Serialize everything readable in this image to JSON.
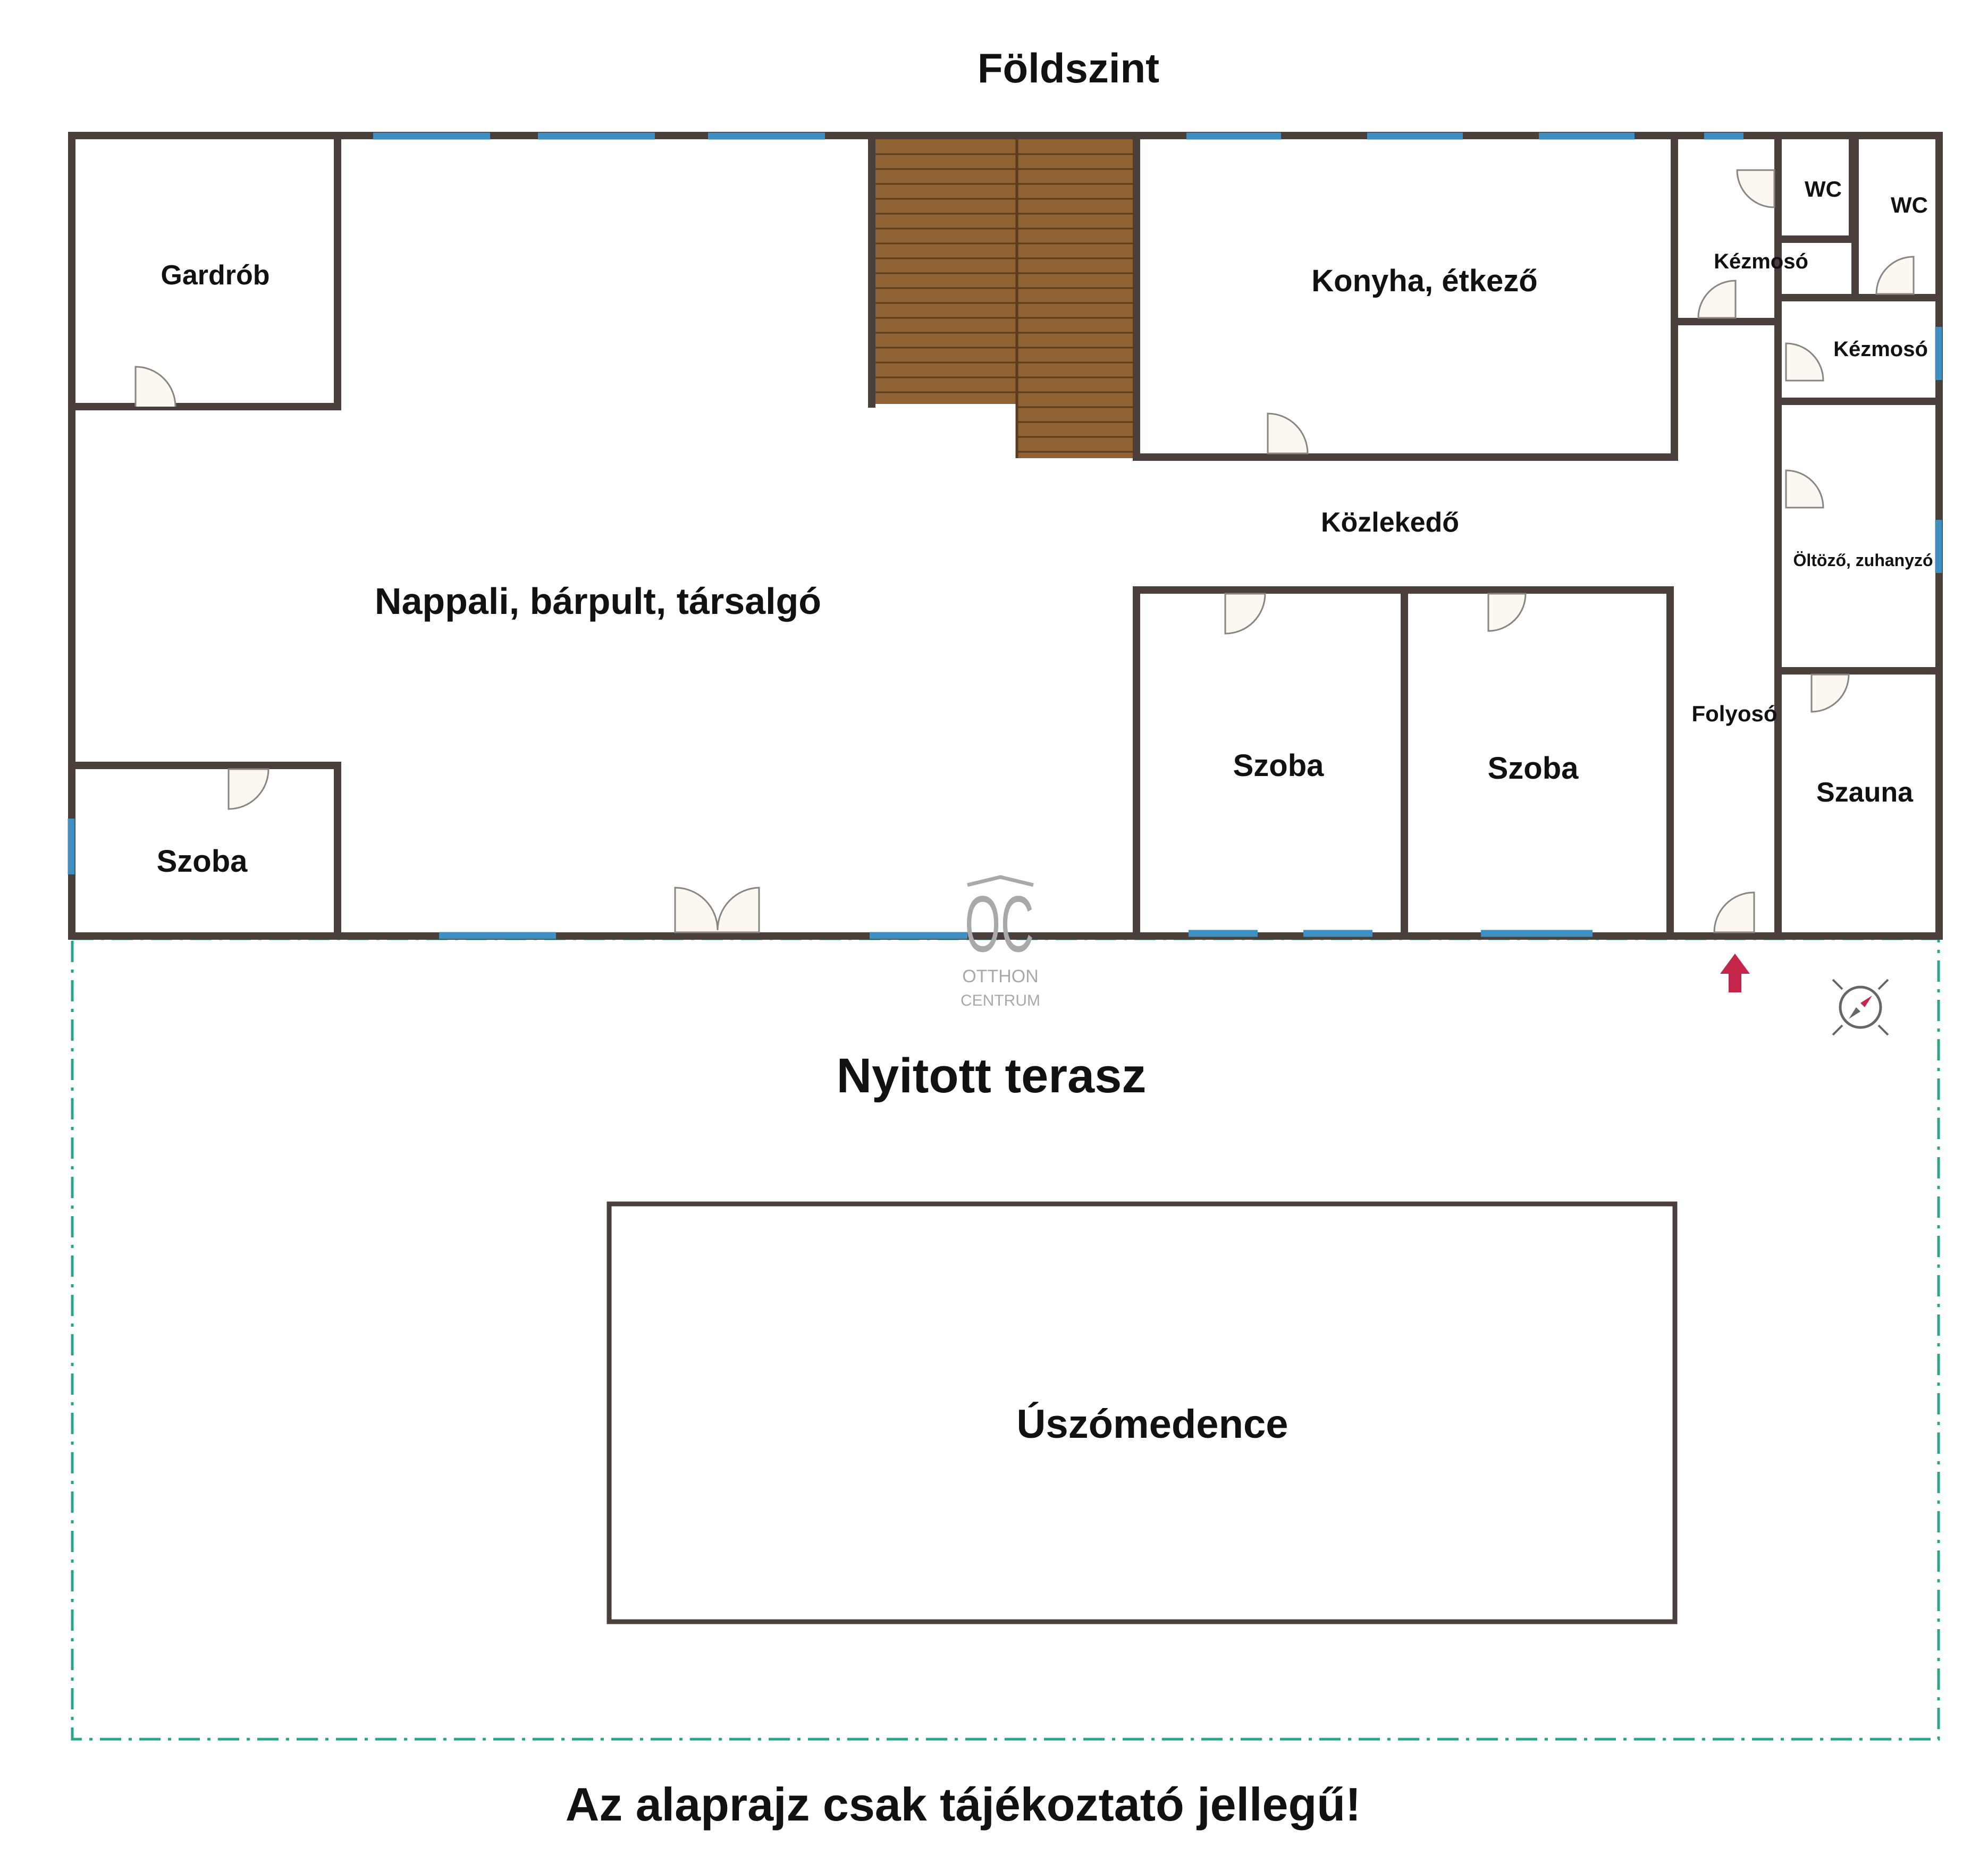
{
  "title": "Földszint",
  "disclaimer": "Az alaprajz csak tájékoztató jellegű!",
  "colors": {
    "wall": "#4a3f3a",
    "window": "#3f8fc0",
    "stair": "#8e6232",
    "stair_line": "#5b3c1c",
    "door_fill": "#fdf7f2",
    "terrace_outline": "#2aa58a",
    "entry_arrow": "#c4254a",
    "logo": "#a9a9a9"
  },
  "rooms": {
    "gardrob": "Gardrób",
    "nappali": "Nappali, bárpult, társalgó",
    "szoba_small": "Szoba",
    "konyha": "Konyha, étkező",
    "kozlekedo": "Közlekedő",
    "szoba_1": "Szoba",
    "szoba_2": "Szoba",
    "wc_1": "WC",
    "wc_2": "WC",
    "kezmoso_1": "Kézmosó",
    "kezmoso_2": "Kézmosó",
    "oltozo": "Öltöző, zuhanyzó",
    "folyoso": "Folyosó",
    "szauna": "Szauna"
  },
  "outside": {
    "terasz": "Nyitott terasz",
    "medence": "Úszómedence"
  },
  "logo": {
    "mark": "OC",
    "line1": "OTTHON",
    "line2": "CENTRUM"
  },
  "icons": {
    "compass": "compass-icon",
    "entry": "entry-arrow-icon"
  }
}
